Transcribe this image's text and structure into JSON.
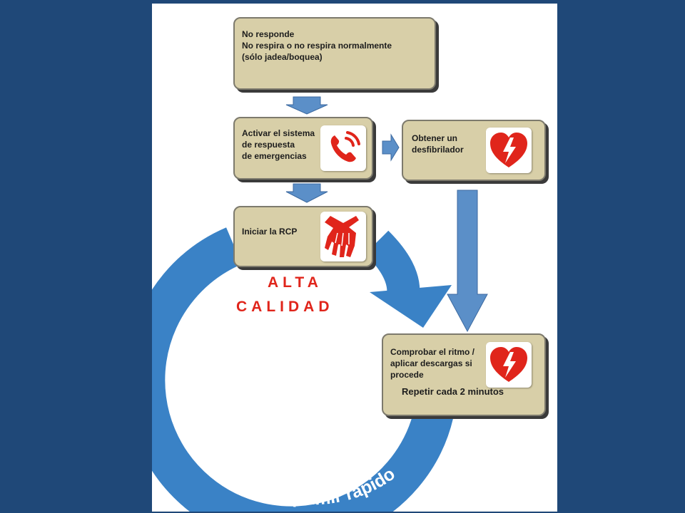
{
  "boxes": {
    "no_responde": {
      "line1": "No responde",
      "line2": "No respira o no respira normalmente",
      "line3": "(sólo jadea/boquea)"
    },
    "activar": {
      "line1": "Activar el sistema",
      "line2": "de respuesta",
      "line3": "de emergencias"
    },
    "obtener": {
      "line1": "Obtener un",
      "line2": "desfibrilador"
    },
    "iniciar": {
      "line1": "Iniciar la RCP"
    },
    "comprobar": {
      "line1": "Comprobar el ritmo /",
      "line2": "aplicar descargas si",
      "line3": "procede",
      "repeat": "Repetir cada 2 minutos"
    }
  },
  "alta_calidad": {
    "line1": "ALTA",
    "line2": "CALIDAD"
  },
  "circle_text": "Comprimir fuerte • Comprimir rápido",
  "icons": {
    "phone": "phone-icon",
    "heart": "aed-heart-icon",
    "hands": "cpr-hands-icon"
  },
  "colors": {
    "background": "#1f4878",
    "box_fill": "#d8cfa8",
    "arrow_blue": "#5b8fc8",
    "circle_blue": "#3a82c6",
    "accent_red": "#e0251b"
  }
}
